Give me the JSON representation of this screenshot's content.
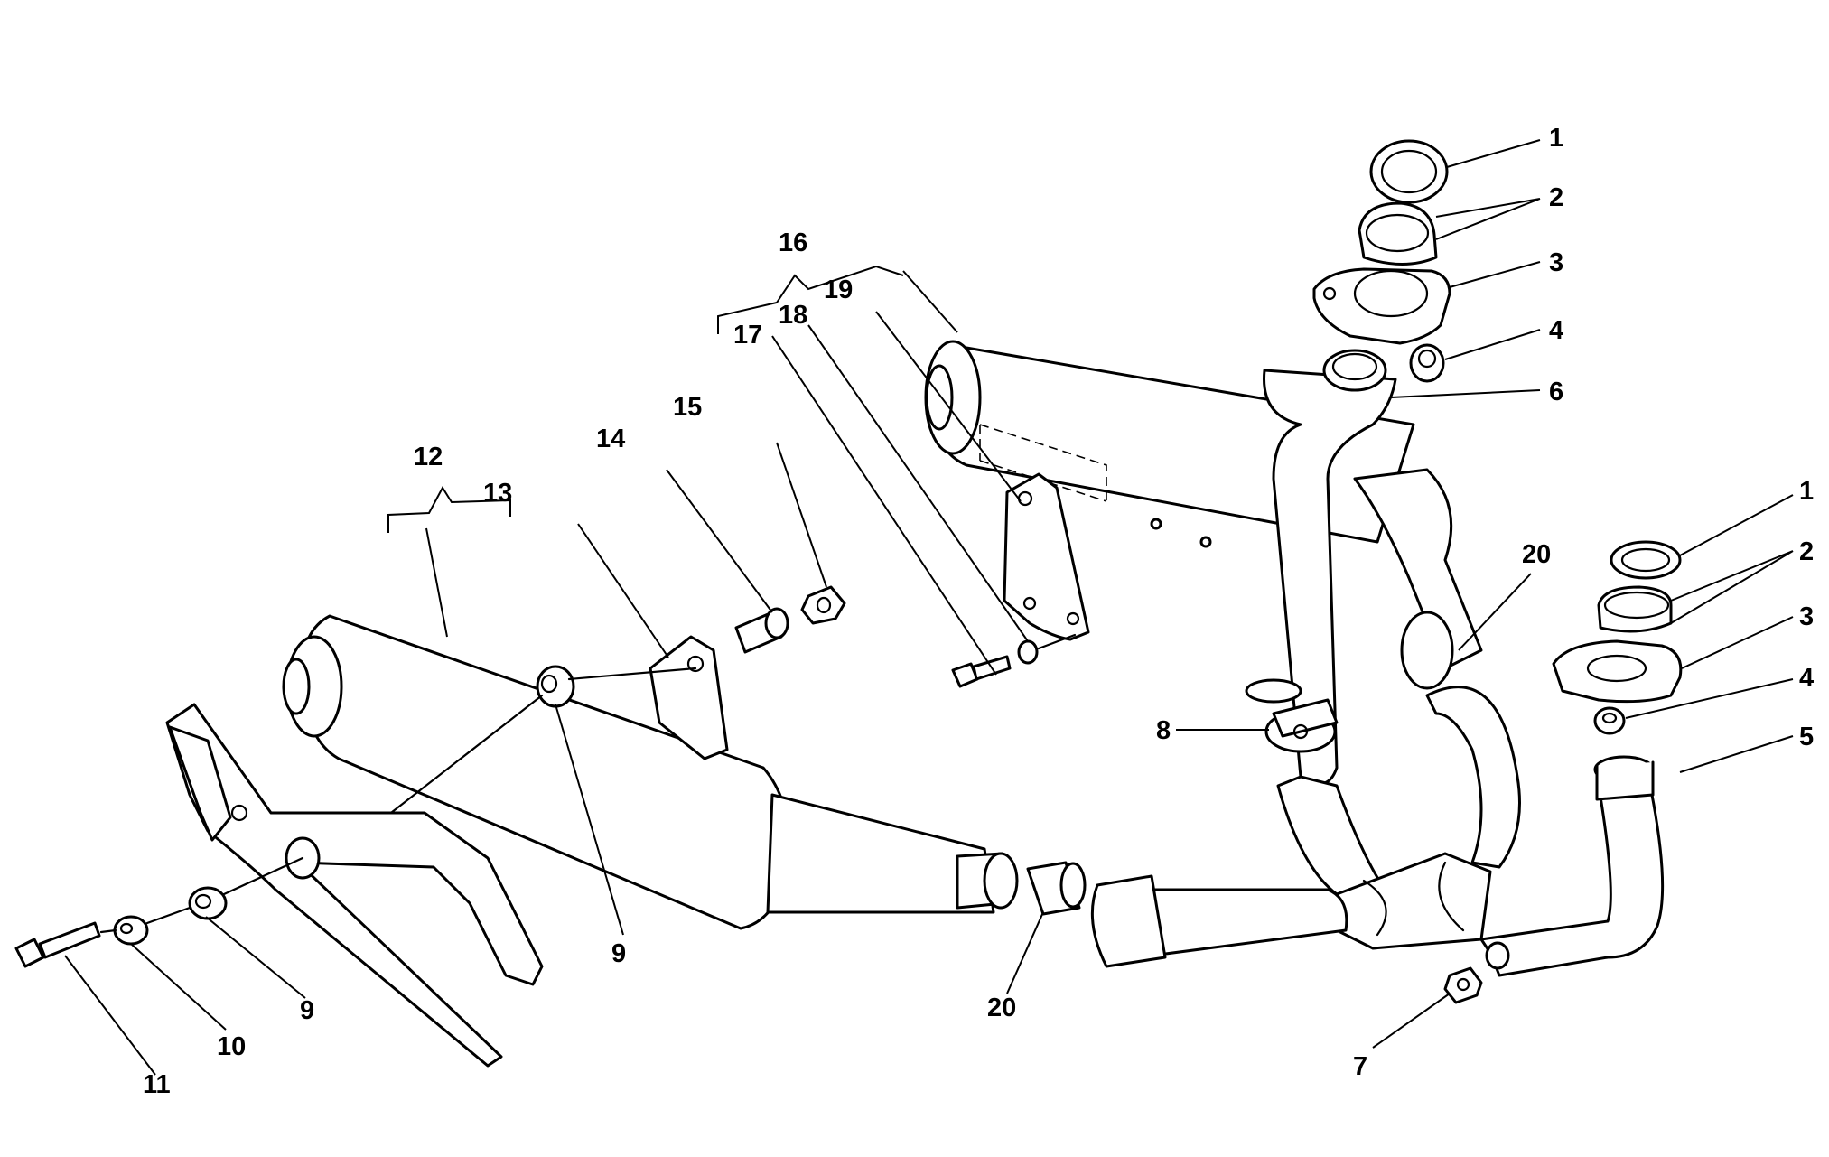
{
  "diagram": {
    "type": "exploded-parts-diagram",
    "callouts": {
      "c1a": "1",
      "c2a": "2",
      "c3a": "3",
      "c4a": "4",
      "c6": "6",
      "c1b": "1",
      "c2b": "2",
      "c3b": "3",
      "c4b": "4",
      "c5": "5",
      "c7": "7",
      "c8": "8",
      "c9a": "9",
      "c9b": "9",
      "c10": "10",
      "c11": "11",
      "c12": "12",
      "c13": "13",
      "c14": "14",
      "c15": "15",
      "c16": "16",
      "c17": "17",
      "c18": "18",
      "c19": "19",
      "c20a": "20",
      "c20b": "20"
    }
  }
}
